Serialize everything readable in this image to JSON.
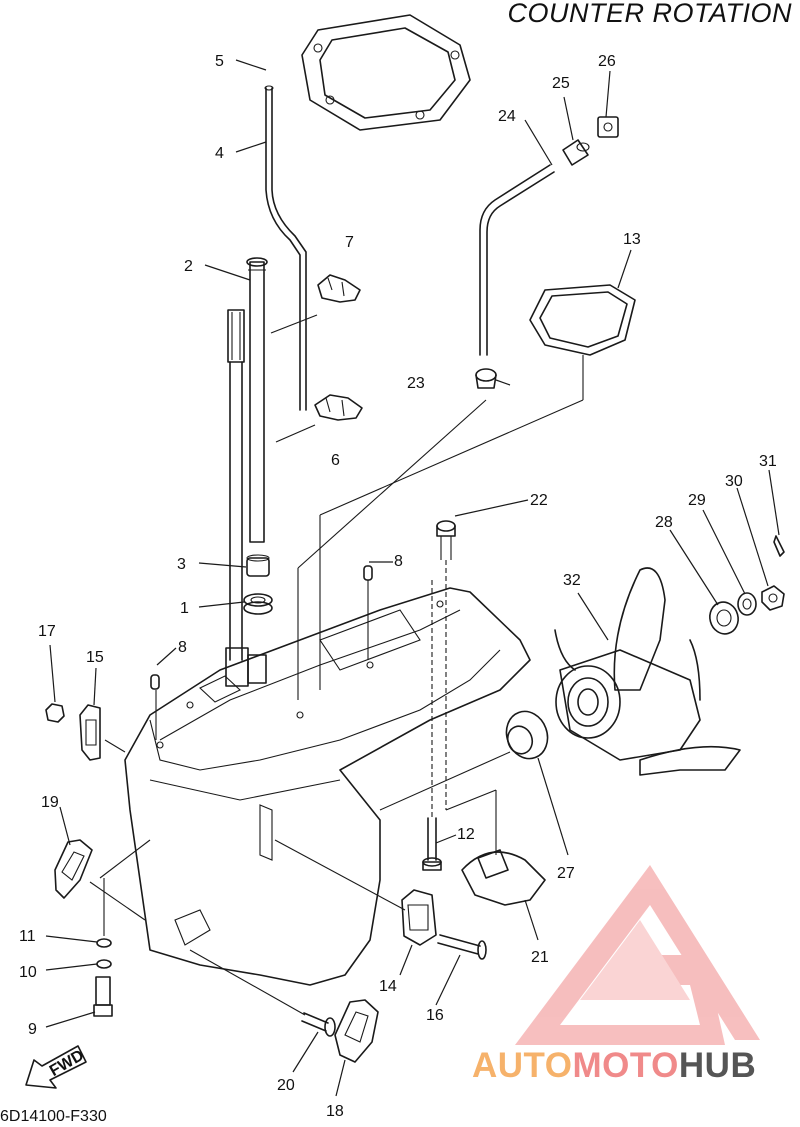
{
  "header": {
    "title": "COUNTER ROTATION"
  },
  "footer": {
    "code": "6D14100-F330"
  },
  "fwd_label": "FWD",
  "watermark": {
    "part1": "AUTO",
    "part2": "MOTO",
    "part3": "HUB",
    "colors": {
      "orange": "#f6b26b",
      "red": "#f08a8a",
      "gray": "#555555"
    }
  },
  "part_numbers": [
    "1",
    "2",
    "3",
    "4",
    "5",
    "6",
    "7",
    "8",
    "8",
    "9",
    "10",
    "11",
    "12",
    "13",
    "14",
    "15",
    "16",
    "17",
    "18",
    "19",
    "20",
    "21",
    "22",
    "23",
    "24",
    "25",
    "26",
    "27",
    "28",
    "29",
    "30",
    "31",
    "32"
  ]
}
